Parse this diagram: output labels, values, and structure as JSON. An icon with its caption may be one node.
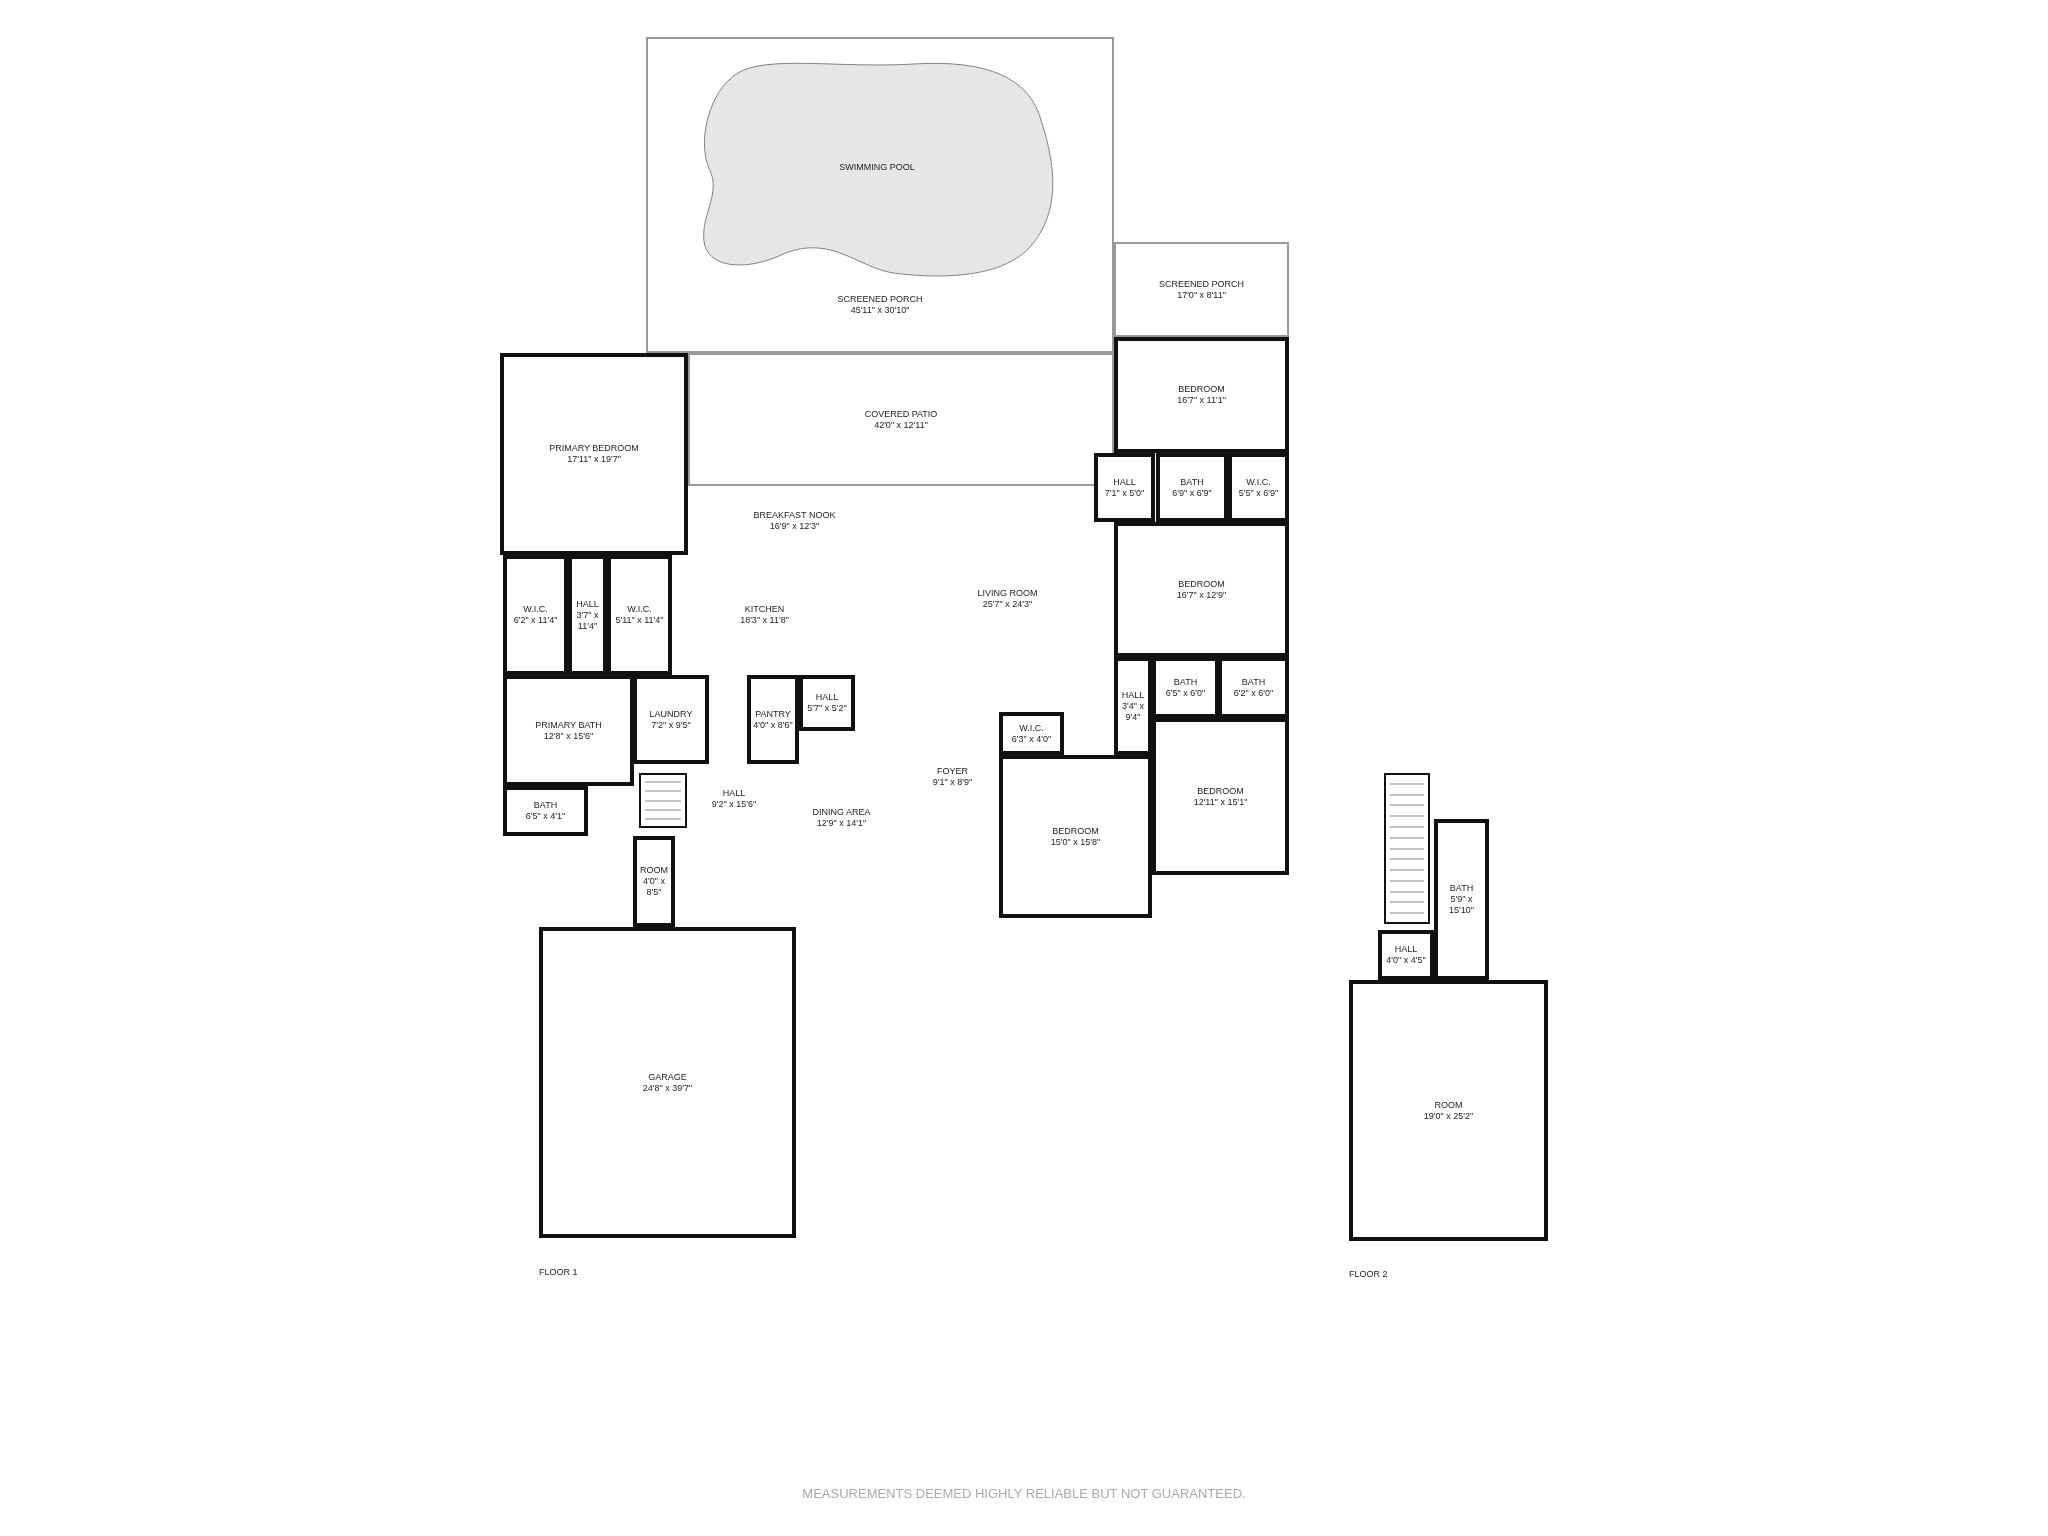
{
  "diagram": {
    "nodes": [
      {
        "text": [
          "SCREENED PORCH",
          "45'11\" x 30'10\""
        ]
      },
      {
        "text": [
          "SWIMMING POOL"
        ],
        "in": 0
      },
      {
        "text": [
          "SCREENED PORCH",
          "17'0\" x 8'11\""
        ]
      },
      {
        "text": [
          "PRIMARY BEDROOM",
          "17'11\" x 19'7\""
        ]
      },
      {
        "text": [
          "COVERED PATIO",
          "42'0\" x 12'11\""
        ]
      },
      {
        "text": [
          "BEDROOM",
          "16'7\" x 11'1\""
        ]
      },
      {
        "text": [
          "BREAKFAST NOOK",
          "16'9\" x 12'3\""
        ]
      },
      {
        "text": [
          "HALL",
          "7'1\" x 5'0\""
        ]
      },
      {
        "text": [
          "BATH",
          "6'9\" x 6'9\""
        ]
      },
      {
        "text": [
          "W.I.C.",
          "5'5\" x 6'9\""
        ]
      },
      {
        "text": [
          "W.I.C.",
          "6'2\" x 11'4\""
        ]
      },
      {
        "text": [
          "HALL",
          "3'7\" x 11'4\""
        ]
      },
      {
        "text": [
          "W.I.C.",
          "5'11\" x 11'4\""
        ]
      },
      {
        "text": [
          "KITCHEN",
          "18'3\" x 11'8\""
        ]
      },
      {
        "text": [
          "LIVING ROOM",
          "25'7\" x 24'3\""
        ]
      },
      {
        "text": [
          "BEDROOM",
          "16'7\" x 12'9\""
        ]
      },
      {
        "text": [
          "PRIMARY BATH",
          "12'8\" x 15'6\""
        ]
      },
      {
        "text": [
          "LAUNDRY",
          "7'2\" x 9'5\""
        ]
      },
      {
        "text": [
          "HALL",
          "9'2\" x 15'6\""
        ]
      },
      {
        "text": [
          "PANTRY",
          "4'0\" x 8'6\""
        ]
      },
      {
        "text": [
          "HALL",
          "5'7\" x 5'2\""
        ]
      },
      {
        "text": [
          "DINING AREA",
          "12'9\" x 14'1\""
        ]
      },
      {
        "text": [
          "FOYER",
          "9'1\" x 8'9\""
        ]
      },
      {
        "text": [
          "W.I.C.",
          "6'3\" x 4'0\""
        ]
      },
      {
        "text": [
          "HALL",
          "3'4\" x 9'4\""
        ]
      },
      {
        "text": [
          "BATH",
          "6'5\" x 6'0\""
        ]
      },
      {
        "text": [
          "BATH",
          "6'2\" x 6'0\""
        ]
      },
      {
        "text": [
          "BEDROOM",
          "15'0\" x 15'8\""
        ]
      },
      {
        "text": [
          "BEDROOM",
          "12'11\" x 15'1\""
        ]
      },
      {
        "text": [
          "BATH",
          "6'5\" x 4'1\""
        ]
      },
      {
        "text": [
          "ROOM",
          "4'0\" x 8'5\""
        ]
      },
      {
        "text": [
          "GARAGE",
          "24'8\" x 39'7\""
        ]
      },
      {
        "text": [
          "BATH",
          "5'9\" x 15'10\""
        ]
      },
      {
        "text": [
          "HALL",
          "4'0\" x 4'5\""
        ]
      },
      {
        "text": [
          "ROOM",
          "19'0\" x 25'2\""
        ]
      }
    ],
    "edges": [],
    "labels": [
      "FLOOR 1",
      "FLOOR 2",
      "MEASUREMENTS DEEMED HIGHLY RELIABLE BUT NOT GUARANTEED."
    ]
  }
}
